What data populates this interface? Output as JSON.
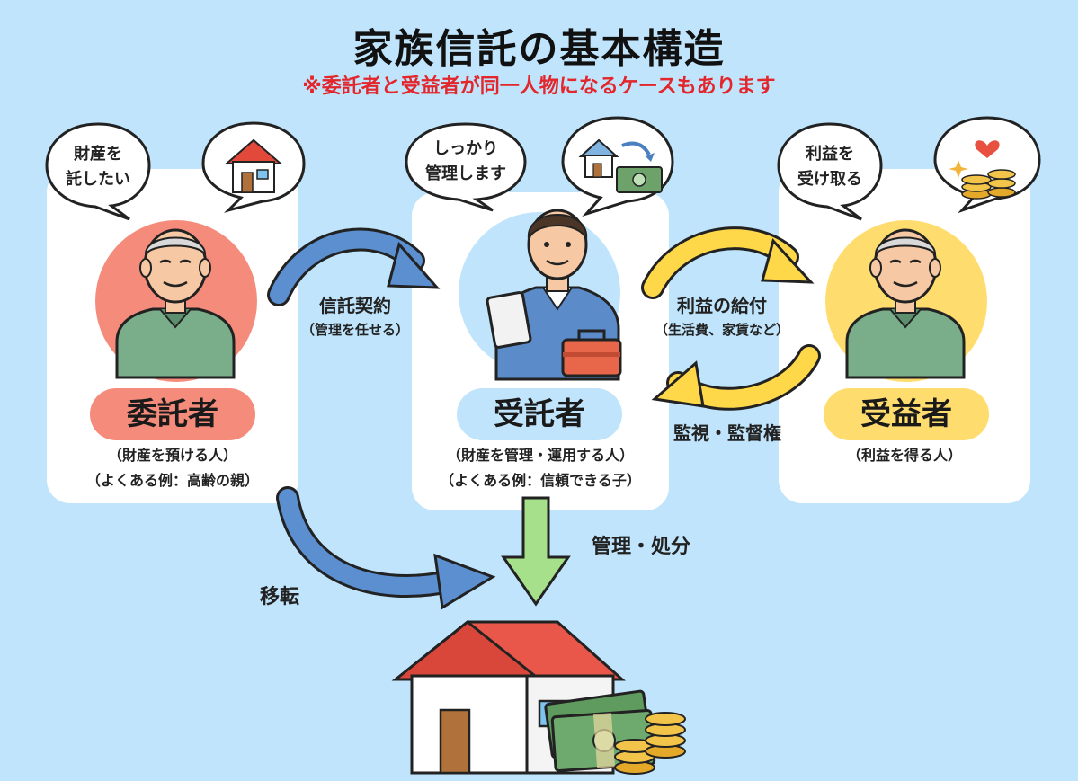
{
  "title": "家族信託の基本構造",
  "subtitle": "※委託者と受益者が同一人物になるケースもあります",
  "settlor": {
    "bubble": [
      "財産を",
      "託したい"
    ],
    "role": "委託者",
    "desc1": "（財産を預ける人）",
    "desc2": "（よくある例：高齢の親）",
    "color": "#f58b7a"
  },
  "trustee": {
    "bubble": [
      "しっかり",
      "管理します"
    ],
    "role": "受託者",
    "desc1": "（財産を管理・運用する人）",
    "desc2": "（よくある例：信頼できる子）",
    "color": "#bfe4fb"
  },
  "beneficiary": {
    "bubble": [
      "利益を",
      "受け取る"
    ],
    "role": "受益者",
    "desc1": "（利益を得る人）",
    "color": "#ffe27a"
  },
  "arrows": {
    "contract": "信託契約",
    "contract_sub": "（管理を任せる）",
    "benefit": "利益の給付",
    "benefit_sub": "（生活費、家賃など）",
    "supervision": "監視・監督権",
    "transfer": "移転",
    "manage": "管理・処分"
  },
  "icons": {
    "settlor_thought": "house-icon",
    "trustee_thought": "house-money-icon",
    "beneficiary_thought": "coins-heart-icon",
    "assets": "house-and-money-icon"
  }
}
